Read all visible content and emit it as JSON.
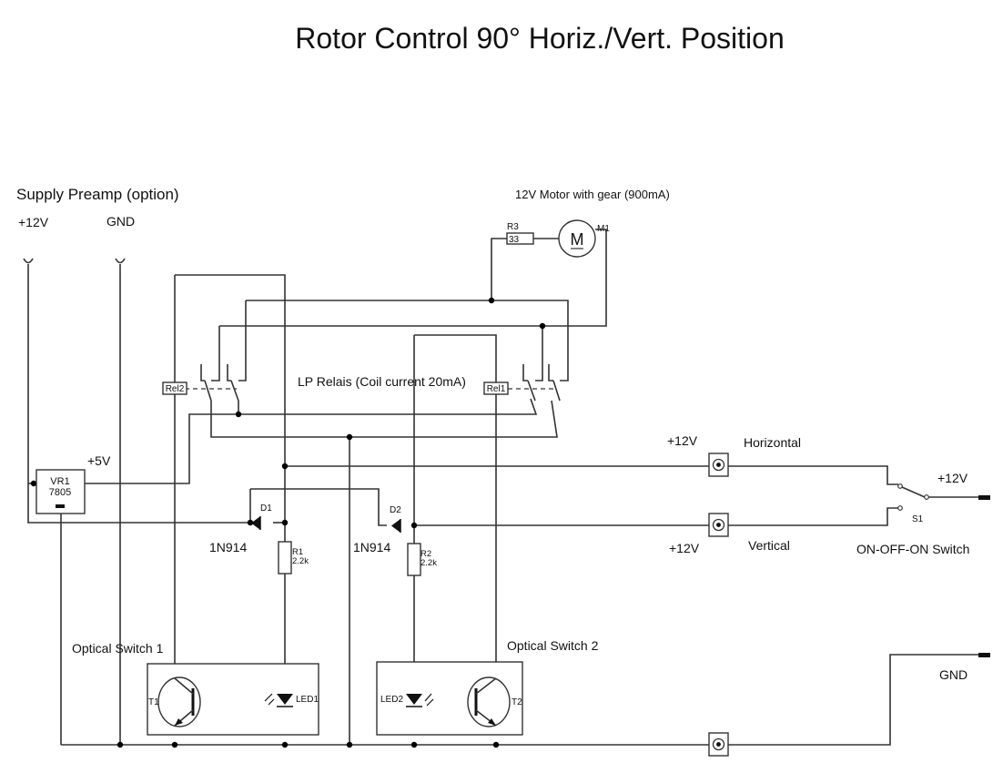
{
  "title": "Rotor Control 90° Horiz./Vert. Position",
  "labels": {
    "supply_preamp": "Supply Preamp (option)",
    "plus12v_left": "+12V",
    "gnd_left": "GND",
    "motor_title": "12V Motor with gear (900mA)",
    "r3_ref": "R3",
    "r3_value": "33",
    "motor_glyph": "M",
    "m1_ref": "M1",
    "relais_note": "LP Relais (Coil current 20mA)",
    "rel1": "Rel1",
    "rel2": "Rel2",
    "plus5v": "+5V",
    "vr1_ref": "VR1",
    "vr1_value": "7805",
    "d1_ref": "D1",
    "d2_ref": "D2",
    "d1_type": "1N914",
    "d2_type": "1N914",
    "r1_ref": "R1",
    "r1_value": "2.2k",
    "r2_ref": "R2",
    "r2_value": "2.2k",
    "plus12v_horizontal": "+12V",
    "horizontal": "Horizontal",
    "plus12v_vertical": "+12V",
    "vertical": "Vertical",
    "plus12v_right": "+12V",
    "s1_ref": "S1",
    "switch_type": "ON-OFF-ON Switch",
    "gnd_right": "GND",
    "optical_switch_1": "Optical Switch 1",
    "optical_switch_2": "Optical Switch 2",
    "t1_ref": "T1",
    "t2_ref": "T2",
    "led1_ref": "LED1",
    "led2_ref": "LED2"
  }
}
